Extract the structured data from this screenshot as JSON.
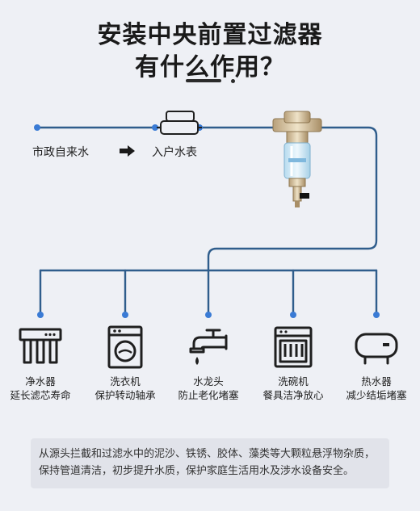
{
  "header": {
    "title_line1": "安装中央前置过滤器",
    "title_line2": "有什么作用？"
  },
  "flow": {
    "source_label": "市政自来水",
    "meter_label": "入户水表"
  },
  "appliances": [
    {
      "icon": "water-purifier-icon",
      "name": "净水器",
      "desc": "延长滤芯寿命"
    },
    {
      "icon": "washing-machine-icon",
      "name": "洗衣机",
      "desc": "保护转动轴承"
    },
    {
      "icon": "faucet-icon",
      "name": "水龙头",
      "desc": "防止老化堵塞"
    },
    {
      "icon": "dishwasher-icon",
      "name": "洗碗机",
      "desc": "餐具洁净放心"
    },
    {
      "icon": "water-heater-icon",
      "name": "热水器",
      "desc": "减少结垢堵塞"
    }
  ],
  "footer": {
    "line1": "从源头拦截和过滤水中的泥沙、铁锈、胶体、藻类等大颗粒悬浮物杂质，",
    "line2": "保持管道清洁，初步提升水质，保护家庭生活用水及涉水设备安全。"
  },
  "colors": {
    "background": "#eef0f5",
    "pipe": "#2f5d8c",
    "pipe_dot": "#3a7bd5",
    "icon_stroke": "#1f1f1f",
    "footer_bg": "#e1e3ea"
  }
}
